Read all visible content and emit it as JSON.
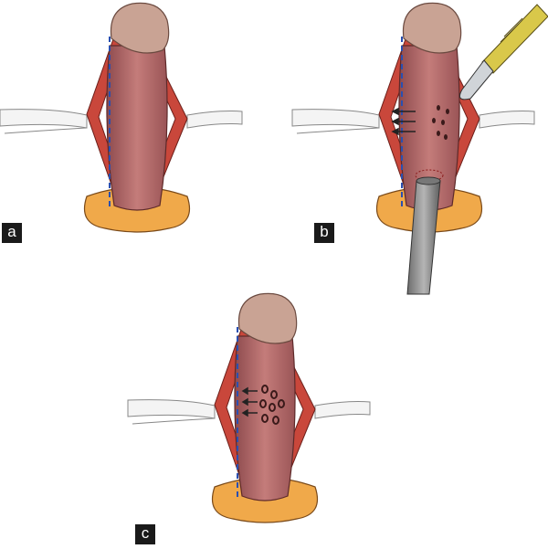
{
  "panels": [
    {
      "label": "a"
    },
    {
      "label": "b"
    },
    {
      "label": "c"
    }
  ],
  "colors": {
    "tissue": "#b86a6a",
    "muscle": "#c9473b",
    "glans": "#c9a394",
    "base": "#f0a94a",
    "incision_line": "#2a4fb0",
    "retractor": "#f2f2f2",
    "scalpel_handle": "#d9c84a",
    "rod": "#8a8a8a"
  }
}
